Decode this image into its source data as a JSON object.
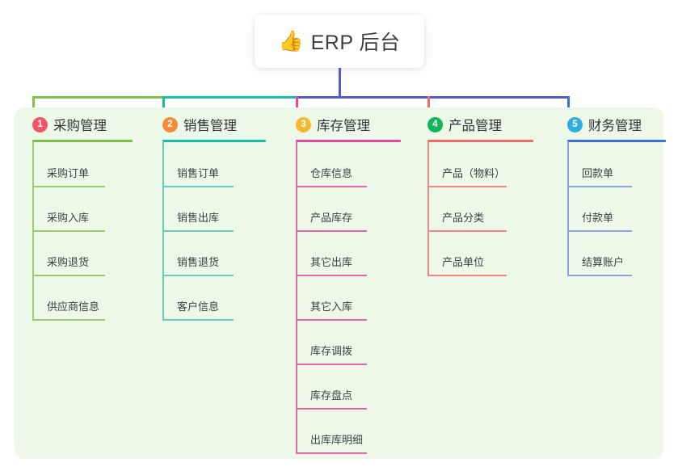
{
  "title": {
    "icon": "thumbs-up-icon",
    "emoji": "👍",
    "text": "ERP 后台"
  },
  "colors": {
    "panel_bg": "#eef8e8",
    "page_bg": "#ffffff",
    "title_text": "#3b3f45",
    "bus_left_green": "#7fc04a",
    "bus_teal": "#16bfa8",
    "bus_purple": "#5159cc",
    "drop_pink": "#ec4899",
    "drop_red": "#f2686b",
    "drop_blue": "#3f6fd8"
  },
  "columns": [
    {
      "index": "1",
      "title": "采购管理",
      "badge_color": "#f2546a",
      "rule_color": "#7fc04a",
      "line_color": "#9ccb6d",
      "drop_color": "#7fc04a",
      "items": [
        {
          "label": "采购订单"
        },
        {
          "label": "采购入库"
        },
        {
          "label": "采购退货"
        },
        {
          "label": "供应商信息"
        }
      ]
    },
    {
      "index": "2",
      "title": "销售管理",
      "badge_color": "#f58b36",
      "rule_color": "#16bfa8",
      "line_color": "#67ccc0",
      "drop_color": "#16bfa8",
      "items": [
        {
          "label": "销售订单"
        },
        {
          "label": "销售出库"
        },
        {
          "label": "销售退货"
        },
        {
          "label": "客户信息"
        }
      ]
    },
    {
      "index": "3",
      "title": "库存管理",
      "badge_color": "#f5b82e",
      "rule_color": "#e8489c",
      "line_color": "#e268a8",
      "drop_color": "#ec4899",
      "items": [
        {
          "label": "仓库信息"
        },
        {
          "label": "产品库存"
        },
        {
          "label": "其它出库"
        },
        {
          "label": "其它入库"
        },
        {
          "label": "库存调拨"
        },
        {
          "label": "库存盘点"
        },
        {
          "label": "出库库明细"
        }
      ]
    },
    {
      "index": "4",
      "title": "产品管理",
      "badge_color": "#12b457",
      "rule_color": "#f2686b",
      "line_color": "#f0868a",
      "drop_color": "#f2686b",
      "items": [
        {
          "label": "产品（物料）"
        },
        {
          "label": "产品分类"
        },
        {
          "label": "产品单位"
        }
      ]
    },
    {
      "index": "5",
      "title": "财务管理",
      "badge_color": "#2eaee0",
      "rule_color": "#3f6fd8",
      "line_color": "#8ca3e0",
      "drop_color": "#3f6fd8",
      "items": [
        {
          "label": "回款单"
        },
        {
          "label": "付款单"
        },
        {
          "label": "结算账户"
        }
      ]
    }
  ]
}
